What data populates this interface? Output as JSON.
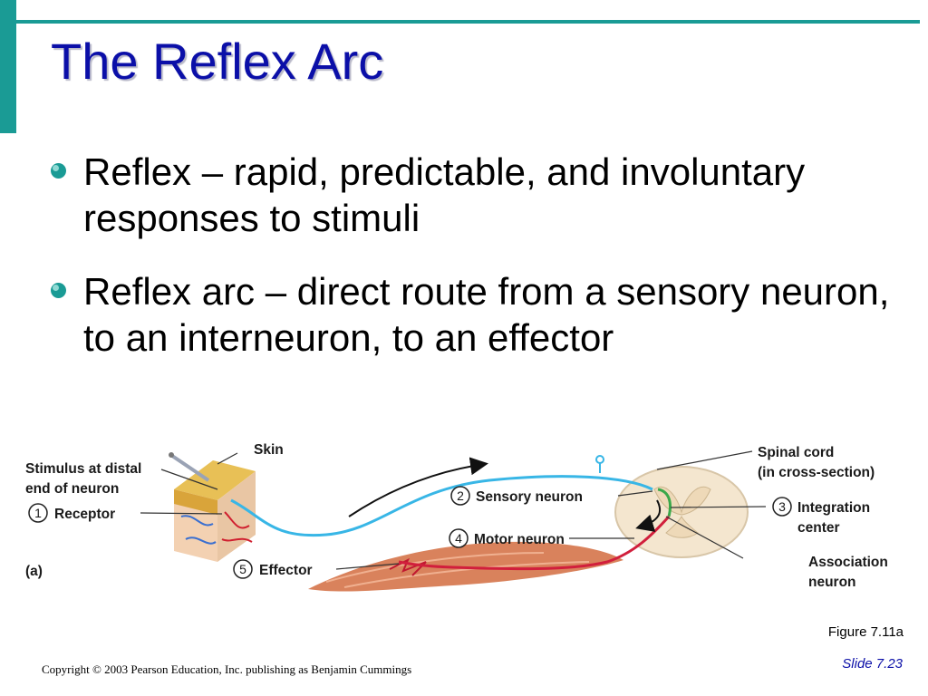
{
  "slide": {
    "title": "The Reflex Arc",
    "bullets": [
      "Reflex – rapid, predictable, and involuntary responses to stimuli",
      "Reflex arc – direct route from a sensory neuron, to an interneuron, to an effector"
    ],
    "accent_color": "#1a9b95",
    "title_color": "#0b0fa8"
  },
  "figure": {
    "panel_label": "(a)",
    "labels": {
      "stimulus_line1": "Stimulus at distal",
      "stimulus_line2": "end of neuron",
      "skin": "Skin",
      "receptor_num": "1",
      "receptor": "Receptor",
      "sensory_num": "2",
      "sensory": "Sensory neuron",
      "motor_num": "4",
      "motor": "Motor neuron",
      "effector_num": "5",
      "effector": "Effector",
      "spinal_line1": "Spinal cord",
      "spinal_line2": "(in cross-section)",
      "integration_num": "3",
      "integration_line1": "Integration",
      "integration_line2": "center",
      "association_line1": "Association",
      "association_line2": "neuron"
    },
    "colors": {
      "sensory_neuron": "#38b6e6",
      "motor_neuron": "#d11f3c",
      "interneuron": "#3aa84a"
    },
    "caption": "Figure 7.11a"
  },
  "footer": {
    "copyright": "Copyright © 2003 Pearson Education, Inc. publishing as Benjamin Cummings",
    "slide_number": "Slide 7.23"
  }
}
